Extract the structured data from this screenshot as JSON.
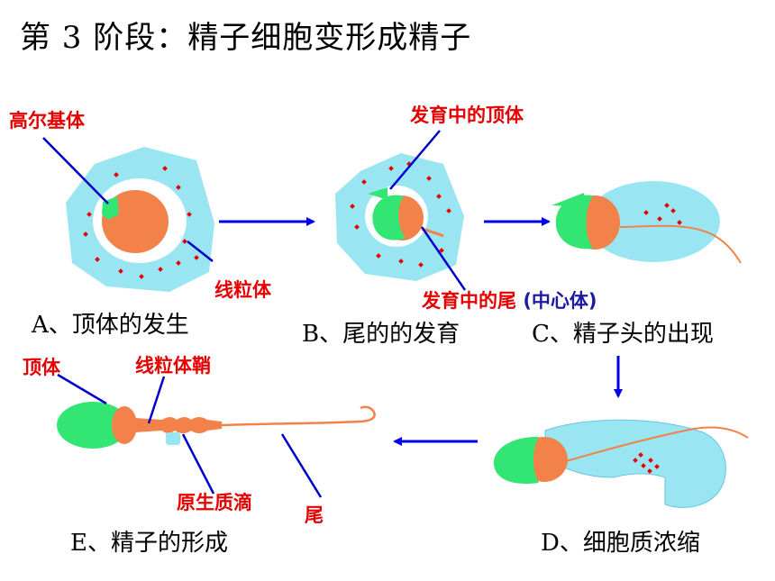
{
  "title": "第 3 阶段：精子细胞变形成精子",
  "stages": {
    "a": "A、顶体的发生",
    "b": "B、尾的的发育",
    "c": "C、精子头的出现",
    "d": "D、细胞质浓缩",
    "e": "E、精子的形成"
  },
  "labels": {
    "golgi": "高尔基体",
    "acrosome_developing": "发育中的顶体",
    "mitochondria": "线粒体",
    "tail_developing": "发育中的尾",
    "centriole": "(中心体)",
    "acrosome": "顶体",
    "mito_sheath": "线粒体鞘",
    "droplet": "原生质滴",
    "tail": "尾"
  },
  "colors": {
    "cytoplasm": "#99e6f2",
    "nucleus": "#f2824a",
    "acrosome": "#33e673",
    "mitochondria_dots": "#e60000",
    "arrow": "#0000e6",
    "pointer": "#0000cc",
    "tail": "#f2824a"
  },
  "icons": [
    "flow-arrow-icon"
  ]
}
